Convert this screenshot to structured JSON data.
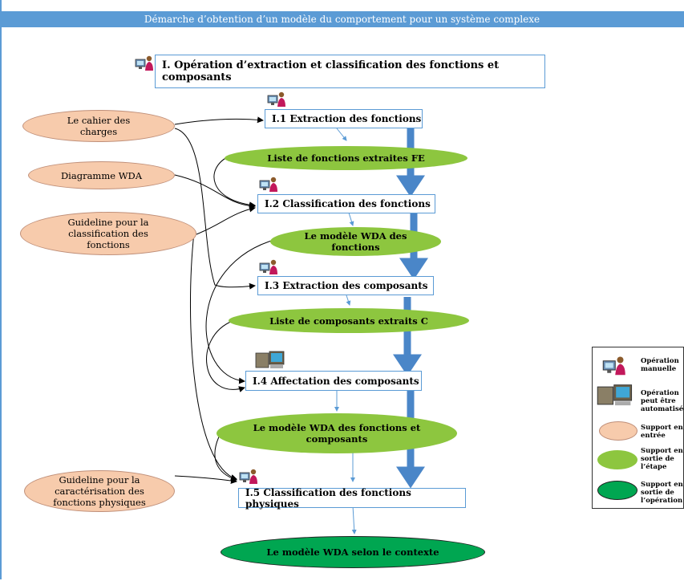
{
  "header": {
    "title": "Démarche d’obtention d’un modèle du comportement pour un système complexe"
  },
  "operation": {
    "title": "I. Opération d’extraction et classification des fonctions et composants"
  },
  "steps": {
    "s1": "I.1 Extraction des fonctions",
    "s2": "I.2 Classification des fonctions",
    "s3": "I.3 Extraction des composants",
    "s4": "I.4 Affectation des composants",
    "s5": "I.5 Classification des fonctions physiques"
  },
  "inputs": {
    "cahier": "Le cahier des charges",
    "wda": "Diagramme WDA",
    "guideline_class": "Guideline pour la classification des fonctions",
    "guideline_phys": "Guideline pour la caractérisation des fonctions physiques"
  },
  "outputs": {
    "fe": "Liste de fonctions extraites FE",
    "wda_fonctions": "Le modèle WDA des fonctions",
    "composants_c": "Liste de composants extraits C",
    "wda_fc": "Le modèle WDA des fonctions et composants",
    "final": "Le modèle WDA selon le contexte"
  },
  "legend": {
    "manual": "Opération manuelle",
    "auto": "Opération peut être automatisée",
    "input": "Support en entrée",
    "output_step": "Support en sortie de l’étape",
    "output_op": "Support en sortie de l’opération"
  },
  "icons": {
    "manual": "person-at-computer-icon",
    "auto": "computer-icon"
  }
}
